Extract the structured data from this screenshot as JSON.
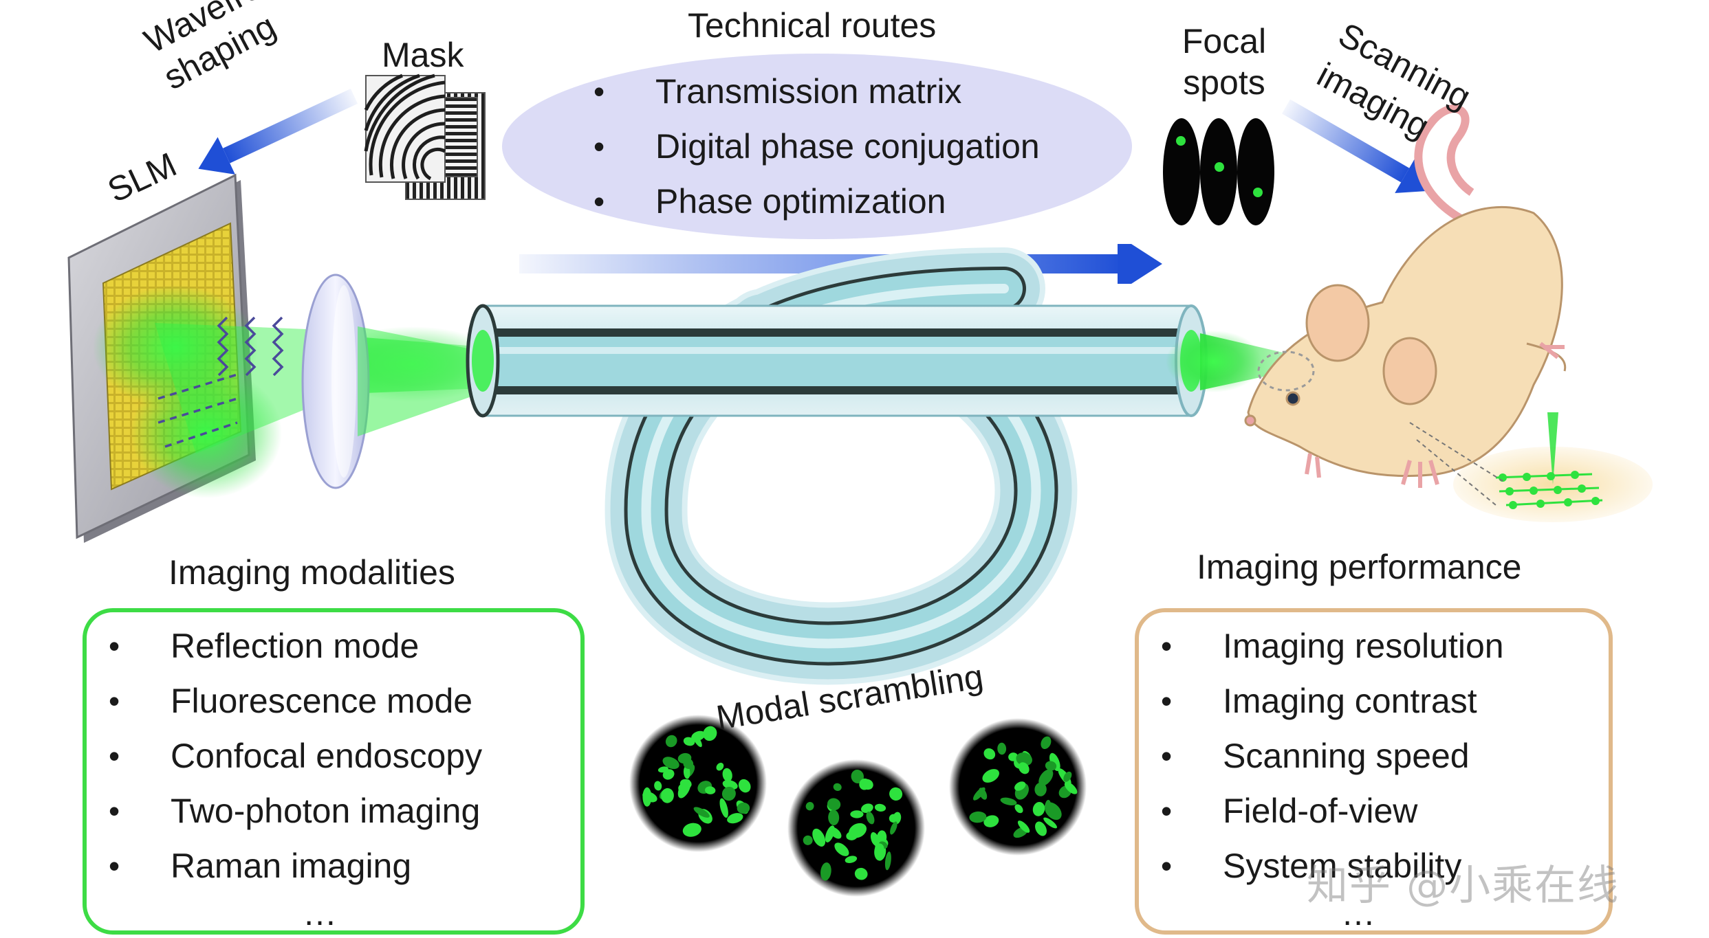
{
  "technical_routes": {
    "title": "Technical routes",
    "items": [
      "Transmission matrix",
      "Digital phase conjugation",
      "Phase optimization"
    ]
  },
  "labels": {
    "mask": "Mask",
    "wavefront_shaping": "Wavefront shaping",
    "slm": "SLM",
    "focal_spots": "Focal spots",
    "scanning_imaging": "Scanning imaging",
    "modal_scrambling": "Modal scrambling"
  },
  "imaging_modalities": {
    "title": "Imaging modalities",
    "items": [
      "Reflection mode",
      "Fluorescence mode",
      "Confocal endoscopy",
      "Two-photon imaging",
      "Raman imaging"
    ],
    "more": "…"
  },
  "imaging_performance": {
    "title": "Imaging performance",
    "items": [
      "Imaging resolution",
      "Imaging contrast",
      "Scanning speed",
      "Field-of-view",
      "System stability"
    ],
    "more": "…"
  },
  "watermark": "知乎 @小乘在线",
  "colors": {
    "laser_green": "#22e03a",
    "routes_ellipse": "#dcdcf6",
    "arrow_blue": "#1f4fd6",
    "modalities_border": "#3ddc45",
    "performance_border": "#e0b98a",
    "fiber_core": "#9fd8de",
    "fiber_cladding": "#2c3b3a",
    "mouse_body": "#f6deb6"
  }
}
